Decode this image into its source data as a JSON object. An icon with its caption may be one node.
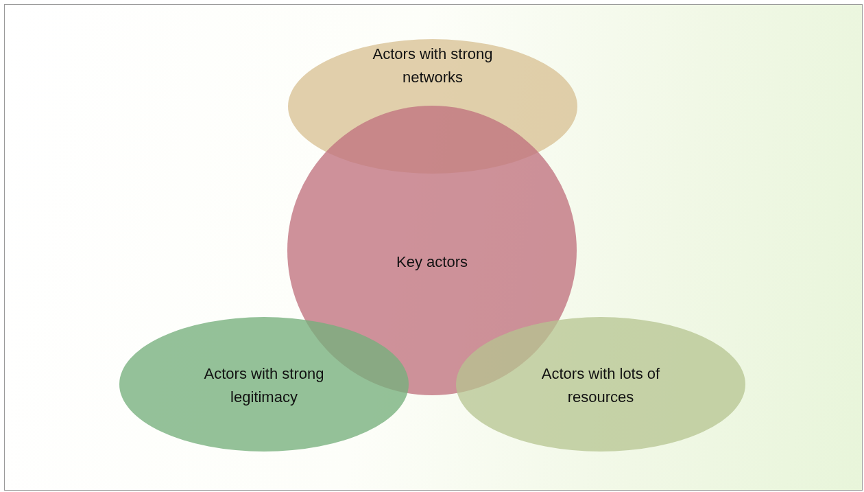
{
  "diagram": {
    "nodes": [
      {
        "text": [
          "Actors with strong networks"
        ]
      },
      {
        "text": [
          "Key actors"
        ]
      },
      {
        "text": [
          "Actors with strong legitimacy"
        ]
      },
      {
        "text": [
          "Actors with lots of resources"
        ]
      }
    ]
  }
}
